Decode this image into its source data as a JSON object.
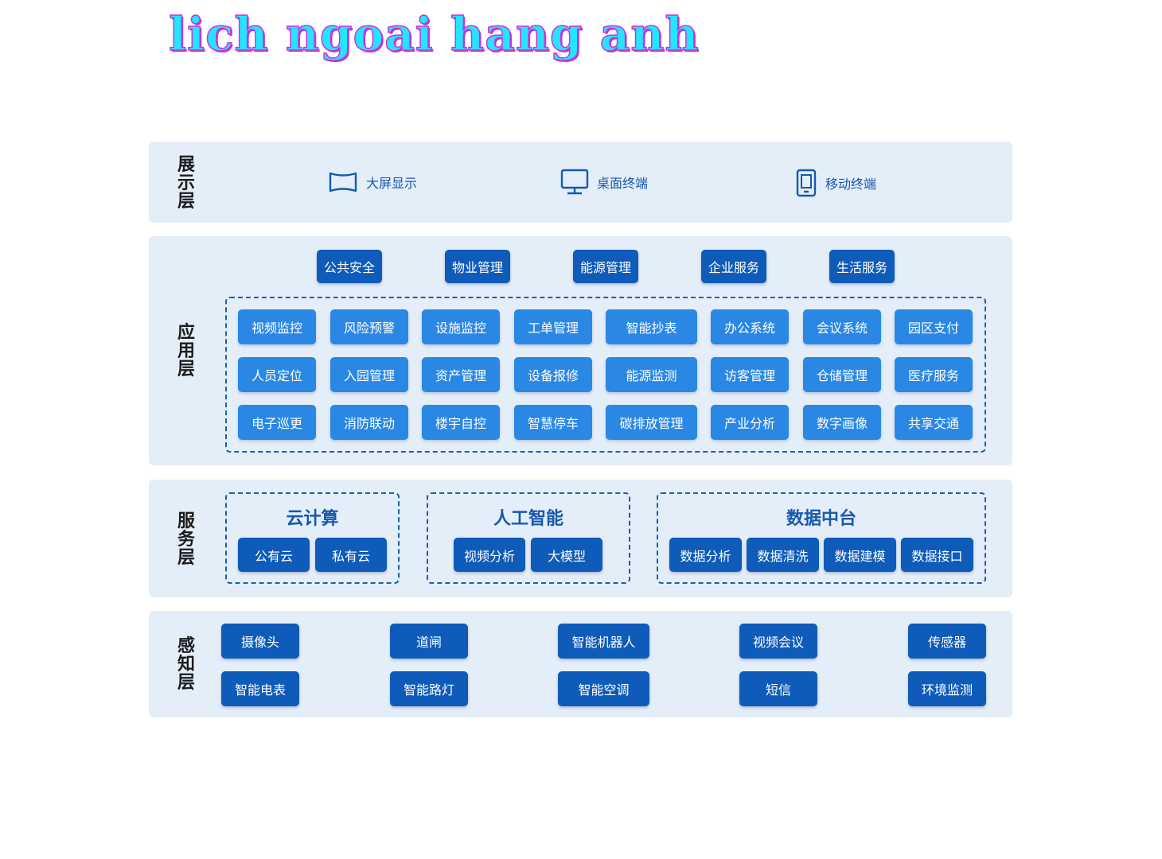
{
  "watermark": "lich ngoai hang anh",
  "layers": {
    "display": {
      "label": "展示层",
      "items": [
        {
          "label": "大屏显示",
          "icon": "curved-screen-icon"
        },
        {
          "label": "桌面终端",
          "icon": "monitor-icon"
        },
        {
          "label": "移动终端",
          "icon": "mobile-icon"
        }
      ]
    },
    "application": {
      "label": "应用层",
      "top": [
        "公共安全",
        "物业管理",
        "能源管理",
        "企业服务",
        "生活服务"
      ],
      "grid": [
        [
          "视频监控",
          "风险预警",
          "设施监控",
          "工单管理",
          "智能抄表",
          "办公系统",
          "会议系统",
          "园区支付"
        ],
        [
          "人员定位",
          "入园管理",
          "资产管理",
          "设备报修",
          "能源监测",
          "访客管理",
          "仓储管理",
          "医疗服务"
        ],
        [
          "电子巡更",
          "消防联动",
          "楼宇自控",
          "智慧停车",
          "碳排放管理",
          "产业分析",
          "数字画像",
          "共享交通"
        ]
      ]
    },
    "service": {
      "label": "服务层",
      "groups": [
        {
          "title": "云计算",
          "items": [
            "公有云",
            "私有云"
          ]
        },
        {
          "title": "人工智能",
          "items": [
            "视频分析",
            "大模型"
          ]
        },
        {
          "title": "数据中台",
          "items": [
            "数据分析",
            "数据清洗",
            "数据建模",
            "数据接口"
          ]
        }
      ]
    },
    "perception": {
      "label": "感知层",
      "rows": [
        [
          "摄像头",
          "道闸",
          "智能机器人",
          "视频会议",
          "传感器"
        ],
        [
          "智能电表",
          "智能路灯",
          "智能空调",
          "短信",
          "环境监测"
        ]
      ]
    }
  },
  "colors": {
    "dark_button": "#0f5bb9",
    "light_button": "#2a88e4",
    "layer_bg": "#e4eef8",
    "accent_text": "#1659ad"
  }
}
